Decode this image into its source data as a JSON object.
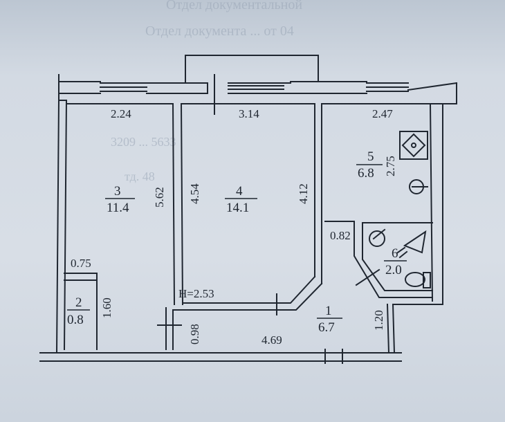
{
  "background_text": {
    "line1": "Отдел документальной",
    "line2": "Отдел документа ... от 04",
    "line3": "3209 ... 5633",
    "line4": "тд. 48"
  },
  "plan": {
    "height_label": "H=2.53",
    "rooms": [
      {
        "number": "1",
        "area": "6.7"
      },
      {
        "number": "2",
        "area": "0.8"
      },
      {
        "number": "3",
        "area": "11.4"
      },
      {
        "number": "4",
        "area": "14.1"
      },
      {
        "number": "5",
        "area": "6.8"
      },
      {
        "number": "6",
        "area": "2.0"
      }
    ],
    "dimensions": {
      "room3_width": "2.24",
      "room3_length": "5.62",
      "room4_width": "3.14",
      "room4_left": "4.54",
      "room4_right": "4.12",
      "room5_width": "2.47",
      "room5_length": "2.75",
      "bath_gap": "0.82",
      "closet_width": "0.75",
      "closet_length": "1.60",
      "hall_width": "4.69",
      "hall_depth": "0.98",
      "hall_right": "1.20"
    }
  },
  "colors": {
    "ink": "#1f2630",
    "paper": "#d8dee6"
  }
}
